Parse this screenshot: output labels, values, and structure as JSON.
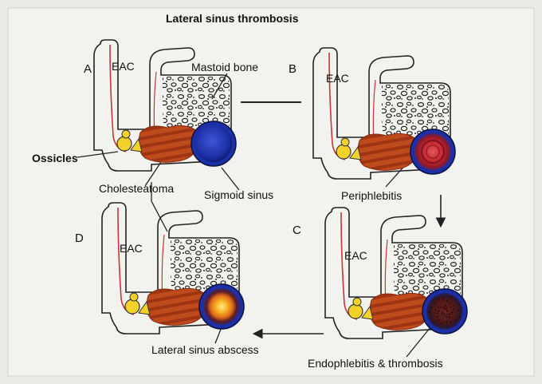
{
  "title": "Lateral sinus thrombosis",
  "panels": {
    "a": {
      "letter": "A",
      "eac": "EAC"
    },
    "b": {
      "letter": "B",
      "eac": "EAC"
    },
    "c": {
      "letter": "C",
      "eac": "EAC"
    },
    "d": {
      "letter": "D",
      "eac": "EAC"
    }
  },
  "labels": {
    "mastoid_bone": "Mastoid bone",
    "ossicles": "Ossicles",
    "cholesteatoma": "Cholesteatoma",
    "sigmoid_sinus": "Sigmoid sinus",
    "periphlebitis": "Periphlebitis",
    "endophlebitis": "Endophlebitis & thrombosis",
    "lateral_sinus_abscess": "Lateral sinus abscess"
  },
  "colors": {
    "background": "#e9eae3",
    "cholesteatoma": "#b8441a",
    "ossicles": "#f2d22a",
    "sinus_wall": "#1c2fa6",
    "periphlebitis": "#c2232c",
    "thrombus": "#4a1818",
    "abscess": "#f39a1b",
    "skin_line": "#c7333b"
  }
}
